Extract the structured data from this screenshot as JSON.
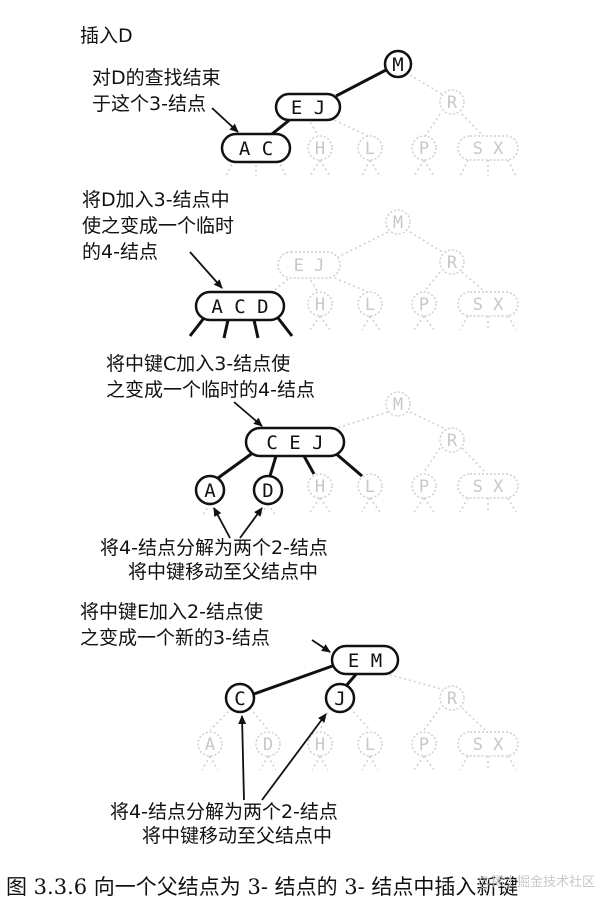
{
  "title": "插入D",
  "panel1": {
    "annotation": [
      "对D的查找结束",
      "于这个3-结点"
    ],
    "keys": {
      "m": "M",
      "ej": "E J",
      "ac": "A C",
      "r": "R",
      "h": "H",
      "l": "L",
      "p": "P",
      "sx": "S X"
    }
  },
  "panel2": {
    "annotation": [
      "将D加入3-结点中",
      "使之变成一个临时",
      "的4-结点"
    ],
    "keys": {
      "m": "M",
      "ej": "E J",
      "acd": "A C D",
      "r": "R",
      "h": "H",
      "l": "L",
      "p": "P",
      "sx": "S X"
    }
  },
  "panel3": {
    "annotation": [
      "将中键C加入3-结点使",
      "之变成一个临时的4-结点"
    ],
    "bottom_annotation": [
      "将4-结点分解为两个2-结点",
      "将中键移动至父结点中"
    ],
    "keys": {
      "m": "M",
      "cej": "C E J",
      "a": "A",
      "d": "D",
      "r": "R",
      "h": "H",
      "l": "L",
      "p": "P",
      "sx": "S X"
    }
  },
  "panel4": {
    "annotation": [
      "将中键E加入2-结点使",
      "之变成一个新的3-结点"
    ],
    "bottom_annotation": [
      "将4-结点分解为两个2-结点",
      "将中键移动至父结点中"
    ],
    "keys": {
      "em": "E M",
      "c": "C",
      "j": "J",
      "r": "R",
      "a": "A",
      "d": "D",
      "h": "H",
      "l": "L",
      "p": "P",
      "sx": "S X"
    }
  },
  "caption": "图 3.3.6   向一个父结点为 3- 结点的 3- 结点中插入新键",
  "watermark": "@稀土掘金技术社区"
}
